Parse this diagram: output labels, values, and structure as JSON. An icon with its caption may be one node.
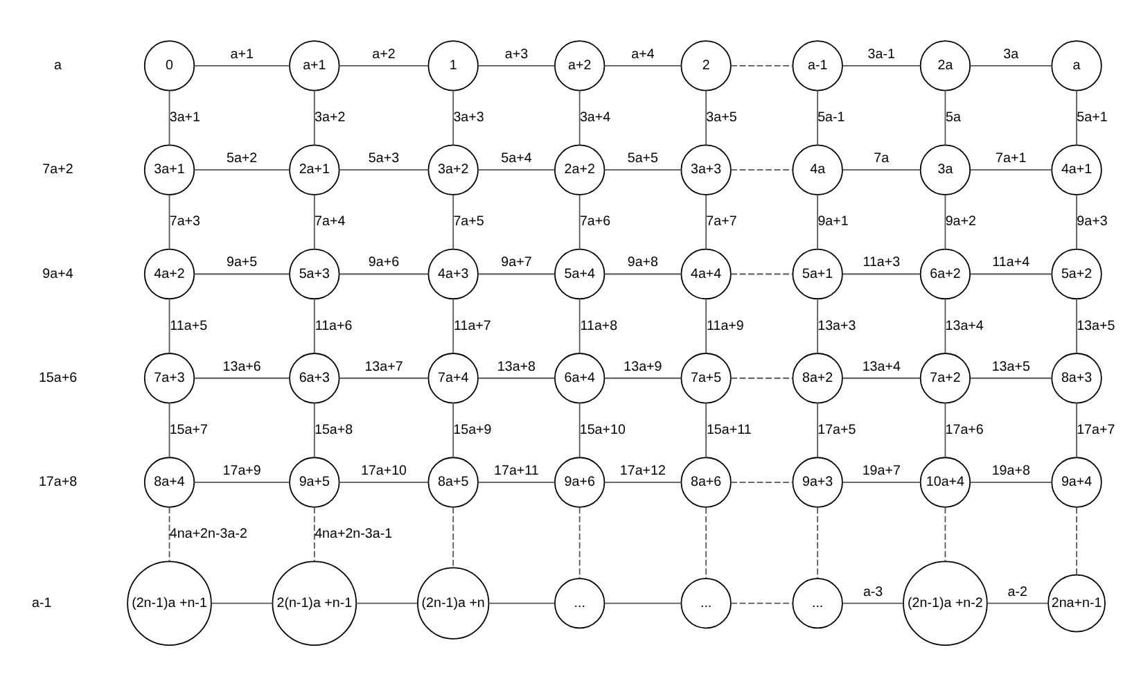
{
  "diagram": {
    "nodes": [
      {
        "text": [
          "0"
        ]
      },
      {
        "text": [
          "a+1"
        ]
      },
      {
        "text": [
          "1"
        ]
      },
      {
        "text": [
          "a+2"
        ]
      },
      {
        "text": [
          "2"
        ]
      },
      {
        "text": [
          "a-1"
        ]
      },
      {
        "text": [
          "2a"
        ]
      },
      {
        "text": [
          "a"
        ]
      },
      {
        "text": [
          "3a+1"
        ]
      },
      {
        "text": [
          "2a+1"
        ]
      },
      {
        "text": [
          "3a+2"
        ]
      },
      {
        "text": [
          "2a+2"
        ]
      },
      {
        "text": [
          "3a+3"
        ]
      },
      {
        "text": [
          "4a"
        ]
      },
      {
        "text": [
          "3a"
        ]
      },
      {
        "text": [
          "4a+1"
        ]
      },
      {
        "text": [
          "4a+2"
        ]
      },
      {
        "text": [
          "5a+3"
        ]
      },
      {
        "text": [
          "4a+3"
        ]
      },
      {
        "text": [
          "5a+4"
        ]
      },
      {
        "text": [
          "4a+4"
        ]
      },
      {
        "text": [
          "5a+1"
        ]
      },
      {
        "text": [
          "6a+2"
        ]
      },
      {
        "text": [
          "5a+2"
        ]
      },
      {
        "text": [
          "7a+3"
        ]
      },
      {
        "text": [
          "6a+3"
        ]
      },
      {
        "text": [
          "7a+4"
        ]
      },
      {
        "text": [
          "6a+4"
        ]
      },
      {
        "text": [
          "7a+5"
        ]
      },
      {
        "text": [
          "8a+2"
        ]
      },
      {
        "text": [
          "7a+2"
        ]
      },
      {
        "text": [
          "8a+3"
        ]
      },
      {
        "text": [
          "8a+4"
        ]
      },
      {
        "text": [
          "9a+5"
        ]
      },
      {
        "text": [
          "8a+5"
        ]
      },
      {
        "text": [
          "9a+6"
        ]
      },
      {
        "text": [
          "8a+6"
        ]
      },
      {
        "text": [
          "9a+3"
        ]
      },
      {
        "text": [
          "10a+4"
        ]
      },
      {
        "text": [
          "9a+4"
        ]
      },
      {
        "text": [
          "(2n-1)a +n-1"
        ]
      },
      {
        "text": [
          "2(n-1)a +n-1"
        ]
      },
      {
        "text": [
          "(2n-1)a +n"
        ]
      },
      {
        "text": [
          "..."
        ]
      },
      {
        "text": [
          "..."
        ]
      },
      {
        "text": [
          "..."
        ]
      },
      {
        "text": [
          "(2n-1)a +n-2"
        ]
      },
      {
        "text": [
          "2na+n-1"
        ]
      }
    ],
    "edges": [
      {
        "from": 0,
        "to": 1,
        "arrow": "none",
        "label": "a+1"
      },
      {
        "from": 1,
        "to": 2,
        "arrow": "none",
        "label": "a+2"
      },
      {
        "from": 2,
        "to": 3,
        "arrow": "none",
        "label": "a+3"
      },
      {
        "from": 3,
        "to": 4,
        "arrow": "none",
        "label": "a+4"
      },
      {
        "from": 4,
        "to": 5,
        "arrow": "none",
        "style": "dashed"
      },
      {
        "from": 5,
        "to": 6,
        "arrow": "none",
        "label": "3a-1"
      },
      {
        "from": 6,
        "to": 7,
        "arrow": "none",
        "label": "3a"
      },
      {
        "from": 0,
        "to": 8,
        "arrow": "none",
        "label": "3a+1"
      },
      {
        "from": 1,
        "to": 9,
        "arrow": "none",
        "label": "3a+2"
      },
      {
        "from": 2,
        "to": 10,
        "arrow": "none",
        "label": "3a+3"
      },
      {
        "from": 3,
        "to": 11,
        "arrow": "none",
        "label": "3a+4"
      },
      {
        "from": 4,
        "to": 12,
        "arrow": "none",
        "label": "3a+5"
      },
      {
        "from": 5,
        "to": 13,
        "arrow": "none",
        "label": "5a-1"
      },
      {
        "from": 6,
        "to": 14,
        "arrow": "none",
        "label": "5a"
      },
      {
        "from": 7,
        "to": 15,
        "arrow": "none",
        "label": "5a+1"
      },
      {
        "from": 8,
        "to": 9,
        "arrow": "none",
        "label": "5a+2"
      },
      {
        "from": 9,
        "to": 10,
        "arrow": "none",
        "label": "5a+3"
      },
      {
        "from": 10,
        "to": 11,
        "arrow": "none",
        "label": "5a+4"
      },
      {
        "from": 11,
        "to": 12,
        "arrow": "none",
        "label": "5a+5"
      },
      {
        "from": 12,
        "to": 13,
        "arrow": "none",
        "style": "dashed"
      },
      {
        "from": 13,
        "to": 14,
        "arrow": "none",
        "label": "7a"
      },
      {
        "from": 14,
        "to": 15,
        "arrow": "none",
        "label": "7a+1"
      },
      {
        "from": 8,
        "to": 16,
        "arrow": "none",
        "label": "7a+3"
      },
      {
        "from": 9,
        "to": 17,
        "arrow": "none",
        "label": "7a+4"
      },
      {
        "from": 10,
        "to": 18,
        "arrow": "none",
        "label": "7a+5"
      },
      {
        "from": 11,
        "to": 19,
        "arrow": "none",
        "label": "7a+6"
      },
      {
        "from": 12,
        "to": 20,
        "arrow": "none",
        "label": "7a+7"
      },
      {
        "from": 13,
        "to": 21,
        "arrow": "none",
        "label": "9a+1"
      },
      {
        "from": 14,
        "to": 22,
        "arrow": "none",
        "label": "9a+2"
      },
      {
        "from": 15,
        "to": 23,
        "arrow": "none",
        "label": "9a+3"
      },
      {
        "from": 16,
        "to": 17,
        "arrow": "none",
        "label": "9a+5"
      },
      {
        "from": 17,
        "to": 18,
        "arrow": "none",
        "label": "9a+6"
      },
      {
        "from": 18,
        "to": 19,
        "arrow": "none",
        "label": "9a+7"
      },
      {
        "from": 19,
        "to": 20,
        "arrow": "none",
        "label": "9a+8"
      },
      {
        "from": 20,
        "to": 21,
        "arrow": "none",
        "style": "dashed"
      },
      {
        "from": 21,
        "to": 22,
        "arrow": "none",
        "label": "11a+3"
      },
      {
        "from": 22,
        "to": 23,
        "arrow": "none",
        "label": "11a+4"
      },
      {
        "from": 16,
        "to": 24,
        "arrow": "none",
        "label": "11a+5"
      },
      {
        "from": 17,
        "to": 25,
        "arrow": "none",
        "label": "11a+6"
      },
      {
        "from": 18,
        "to": 26,
        "arrow": "none",
        "label": "11a+7"
      },
      {
        "from": 19,
        "to": 27,
        "arrow": "none",
        "label": "11a+8"
      },
      {
        "from": 20,
        "to": 28,
        "arrow": "none",
        "label": "11a+9"
      },
      {
        "from": 21,
        "to": 29,
        "arrow": "none",
        "label": "13a+3"
      },
      {
        "from": 22,
        "to": 30,
        "arrow": "none",
        "label": "13a+4"
      },
      {
        "from": 23,
        "to": 31,
        "arrow": "none",
        "label": "13a+5"
      },
      {
        "from": 24,
        "to": 25,
        "arrow": "none",
        "label": "13a+6"
      },
      {
        "from": 25,
        "to": 26,
        "arrow": "none",
        "label": "13a+7"
      },
      {
        "from": 26,
        "to": 27,
        "arrow": "none",
        "label": "13a+8"
      },
      {
        "from": 27,
        "to": 28,
        "arrow": "none",
        "label": "13a+9"
      },
      {
        "from": 28,
        "to": 29,
        "arrow": "none",
        "style": "dashed"
      },
      {
        "from": 29,
        "to": 30,
        "arrow": "none",
        "label": "13a+4"
      },
      {
        "from": 30,
        "to": 31,
        "arrow": "none",
        "label": "13a+5"
      },
      {
        "from": 24,
        "to": 32,
        "arrow": "none",
        "label": "15a+7"
      },
      {
        "from": 25,
        "to": 33,
        "arrow": "none",
        "label": "15a+8"
      },
      {
        "from": 26,
        "to": 34,
        "arrow": "none",
        "label": "15a+9"
      },
      {
        "from": 27,
        "to": 35,
        "arrow": "none",
        "label": "15a+10"
      },
      {
        "from": 28,
        "to": 36,
        "arrow": "none",
        "label": "15a+11"
      },
      {
        "from": 29,
        "to": 37,
        "arrow": "none",
        "label": "17a+5"
      },
      {
        "from": 30,
        "to": 38,
        "arrow": "none",
        "label": "17a+6"
      },
      {
        "from": 31,
        "to": 39,
        "arrow": "none",
        "label": "17a+7"
      },
      {
        "from": 32,
        "to": 33,
        "arrow": "none",
        "label": "17a+9"
      },
      {
        "from": 33,
        "to": 34,
        "arrow": "none",
        "label": "17a+10"
      },
      {
        "from": 34,
        "to": 35,
        "arrow": "none",
        "label": "17a+11"
      },
      {
        "from": 35,
        "to": 36,
        "arrow": "none",
        "label": "17a+12"
      },
      {
        "from": 36,
        "to": 37,
        "arrow": "none",
        "style": "dashed"
      },
      {
        "from": 37,
        "to": 38,
        "arrow": "none",
        "label": "19a+7"
      },
      {
        "from": 38,
        "to": 39,
        "arrow": "none",
        "label": "19a+8"
      },
      {
        "from": 32,
        "to": 40,
        "arrow": "none",
        "style": "dashed",
        "label": "4na+2n-3a-2"
      },
      {
        "from": 33,
        "to": 41,
        "arrow": "none",
        "style": "dashed",
        "label": "4na+2n-3a-1"
      },
      {
        "from": 34,
        "to": 42,
        "arrow": "none",
        "style": "dashed"
      },
      {
        "from": 35,
        "to": 43,
        "arrow": "none",
        "style": "dashed"
      },
      {
        "from": 36,
        "to": 44,
        "arrow": "none",
        "style": "dashed"
      },
      {
        "from": 37,
        "to": 45,
        "arrow": "none",
        "style": "dashed"
      },
      {
        "from": 38,
        "to": 46,
        "arrow": "none",
        "style": "dashed"
      },
      {
        "from": 39,
        "to": 47,
        "arrow": "none",
        "style": "dashed"
      },
      {
        "from": 40,
        "to": 41,
        "arrow": "none"
      },
      {
        "from": 41,
        "to": 42,
        "arrow": "none"
      },
      {
        "from": 42,
        "to": 43,
        "arrow": "none"
      },
      {
        "from": 43,
        "to": 44,
        "arrow": "none"
      },
      {
        "from": 44,
        "to": 45,
        "arrow": "none",
        "style": "dashed"
      },
      {
        "from": 45,
        "to": 46,
        "arrow": "none",
        "label": "a-3"
      },
      {
        "from": 46,
        "to": 47,
        "arrow": "none",
        "label": "a-2"
      }
    ],
    "labels": [
      "a",
      "7a+2",
      "9a+4",
      "15a+6",
      "17a+8",
      "a-1"
    ]
  }
}
